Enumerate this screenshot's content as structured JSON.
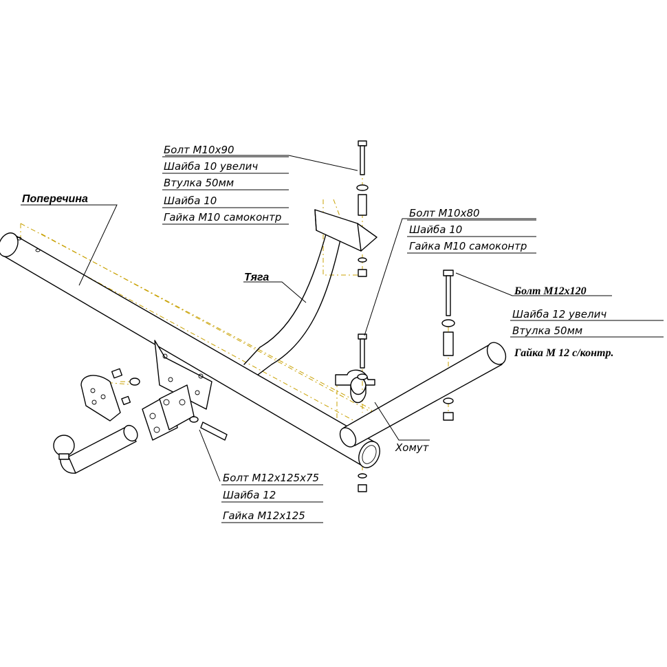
{
  "labels": {
    "crossbar": "Поперечина",
    "rod": "Тяга",
    "clamp": "Хомут",
    "group_top": [
      "Болт М10х90",
      "Шайба 10 увелич",
      "Втулка 50мм",
      "Шайба 10",
      "Гайка М10 самоконтр"
    ],
    "group_mid": [
      "Болт М10х80",
      "Шайба 10",
      "Гайка М10 самоконтр"
    ],
    "group_right": [
      "Болт М12х120",
      "Шайба 12 увелич",
      "Втулка 50мм",
      "Гайка М 12  с/контр."
    ],
    "group_bottom": [
      "Болт М12х125х75",
      "Шайба 12",
      "Гайка М12х125"
    ]
  }
}
